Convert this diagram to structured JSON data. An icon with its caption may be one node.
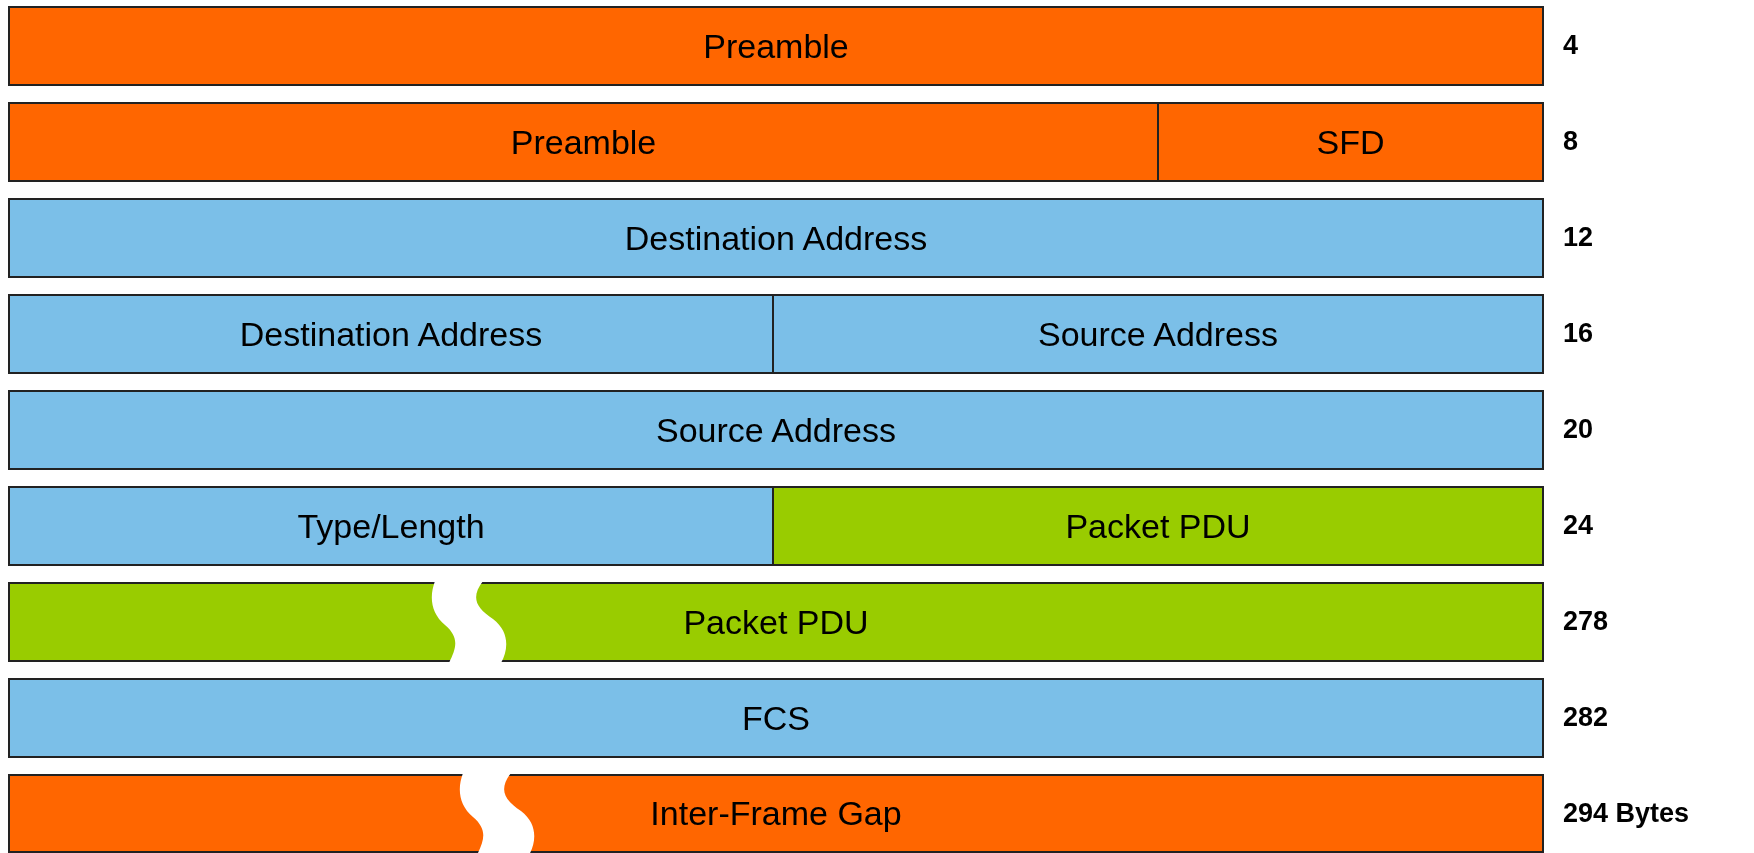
{
  "diagram": {
    "nodes": [
      {
        "text": [
          "Preamble"
        ]
      },
      {
        "text": [
          "Preamble"
        ]
      },
      {
        "text": [
          "SFD"
        ]
      },
      {
        "text": [
          "Destination Address"
        ]
      },
      {
        "text": [
          "Destination Address"
        ]
      },
      {
        "text": [
          "Source Address"
        ]
      },
      {
        "text": [
          "Source Address"
        ]
      },
      {
        "text": [
          "Type/Length"
        ]
      },
      {
        "text": [
          "Packet PDU"
        ]
      },
      {
        "text": [
          "Packet PDU"
        ]
      },
      {
        "text": [
          "FCS"
        ]
      },
      {
        "text": [
          "Inter-Frame Gap"
        ]
      }
    ],
    "labels": [
      "4",
      "8",
      "12",
      "16",
      "20",
      "24",
      "278",
      "282",
      "294 Bytes"
    ]
  }
}
